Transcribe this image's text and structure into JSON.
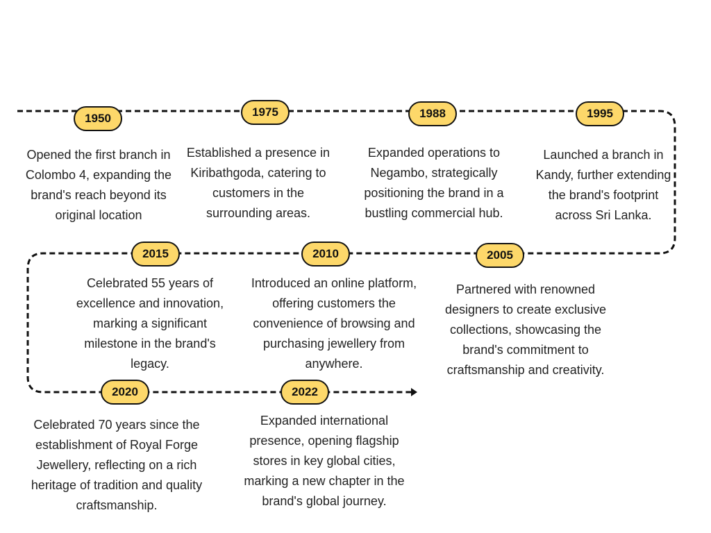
{
  "colors": {
    "badge_fill": "#FDD86A",
    "line": "#111111",
    "text": "#222222"
  },
  "milestones": [
    {
      "year": "1950",
      "text": "Opened the first branch in Colombo 4, expanding the brand's reach beyond its original location"
    },
    {
      "year": "1975",
      "text": "Established a presence in Kiribathgoda, catering to customers in the surrounding areas."
    },
    {
      "year": "1988",
      "text": "Expanded operations to Negambo, strategically positioning the brand in a bustling commercial hub."
    },
    {
      "year": "1995",
      "text": "Launched a branch in Kandy, further extending the brand's footprint across Sri Lanka."
    },
    {
      "year": "2005",
      "text": "Partnered with renowned designers to create exclusive collections, showcasing the brand's commitment to craftsmanship and creativity."
    },
    {
      "year": "2010",
      "text": "Introduced an online platform, offering customers the convenience of browsing and purchasing jewellery from anywhere."
    },
    {
      "year": "2015",
      "text": "Celebrated 55 years of excellence and innovation, marking a significant milestone in the brand's legacy."
    },
    {
      "year": "2020",
      "text": "Celebrated 70 years since the establishment of Royal Forge Jewellery, reflecting on a rich heritage of tradition and quality craftsmanship."
    },
    {
      "year": "2022",
      "text": "Expanded international presence, opening flagship stores in key global cities, marking a new chapter in the brand's global journey."
    }
  ]
}
